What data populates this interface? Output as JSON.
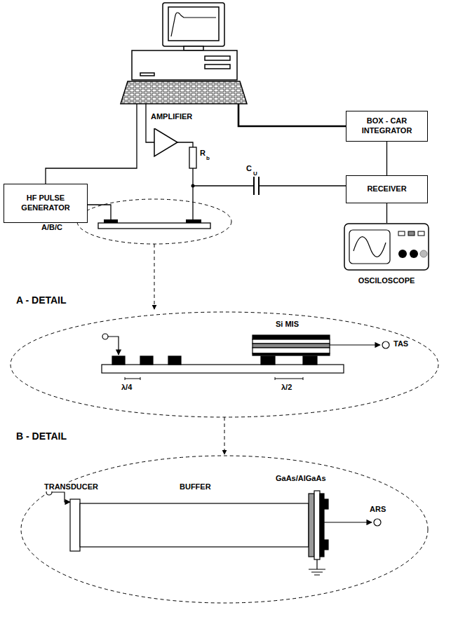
{
  "diagram": {
    "nodes": [
      {
        "text": [
          "HF PULSE GENERATOR"
        ]
      },
      {
        "text": [
          "BOX - CAR INTEGRATOR"
        ]
      },
      {
        "text": [
          "RECEIVER"
        ]
      },
      {
        "text": [
          "AMPLIFIER"
        ]
      },
      {
        "text": [
          "OSCILOSCOPE"
        ]
      }
    ],
    "edges": [
      {
        "from": 2,
        "to": 1,
        "arrow": "none"
      },
      {
        "from": 2,
        "to": 4,
        "arrow": "none"
      }
    ],
    "labels": [
      "A/B/C",
      "R",
      "b",
      "C",
      "U",
      "A - DETAIL",
      "Si MIS",
      "TAS",
      "λ/4",
      "λ/2",
      "B - DETAIL",
      "TRANSDUCER",
      "BUFFER",
      "GaAs/AlGaAs",
      "ARS"
    ]
  }
}
